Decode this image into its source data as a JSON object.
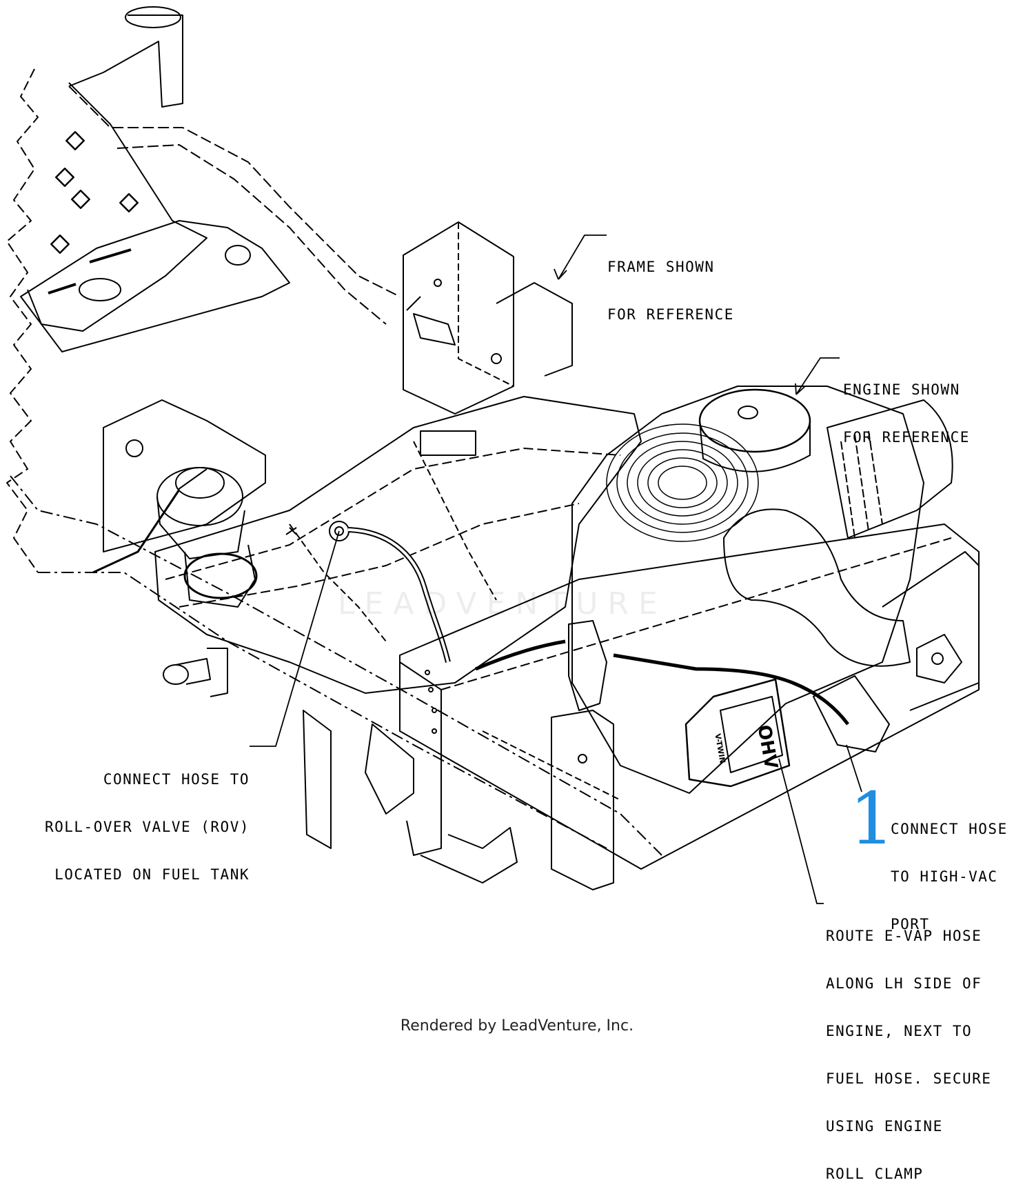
{
  "callouts": {
    "frame": [
      "FRAME SHOWN",
      "FOR REFERENCE"
    ],
    "engine": [
      "ENGINE SHOWN",
      "FOR REFERENCE"
    ],
    "rov": [
      "CONNECT HOSE TO",
      "ROLL-OVER VALVE (ROV)",
      "LOCATED ON FUEL TANK"
    ],
    "highvac": [
      "CONNECT HOSE",
      "TO HIGH-VAC",
      "PORT"
    ],
    "evap": [
      "ROUTE E-VAP HOSE",
      "ALONG LH SIDE OF",
      "ENGINE, NEXT TO",
      "FUEL HOSE. SECURE",
      "USING ENGINE",
      "ROLL CLAMP"
    ]
  },
  "reference_number": "1",
  "engine_labels": {
    "valve_cover": "OHV",
    "vtwin": "V-TWIN"
  },
  "watermark": "LEADVENTURE",
  "footer": "Rendered by LeadVenture, Inc.",
  "colors": {
    "ink": "#000000",
    "reference_number": "#1f8ee0"
  }
}
